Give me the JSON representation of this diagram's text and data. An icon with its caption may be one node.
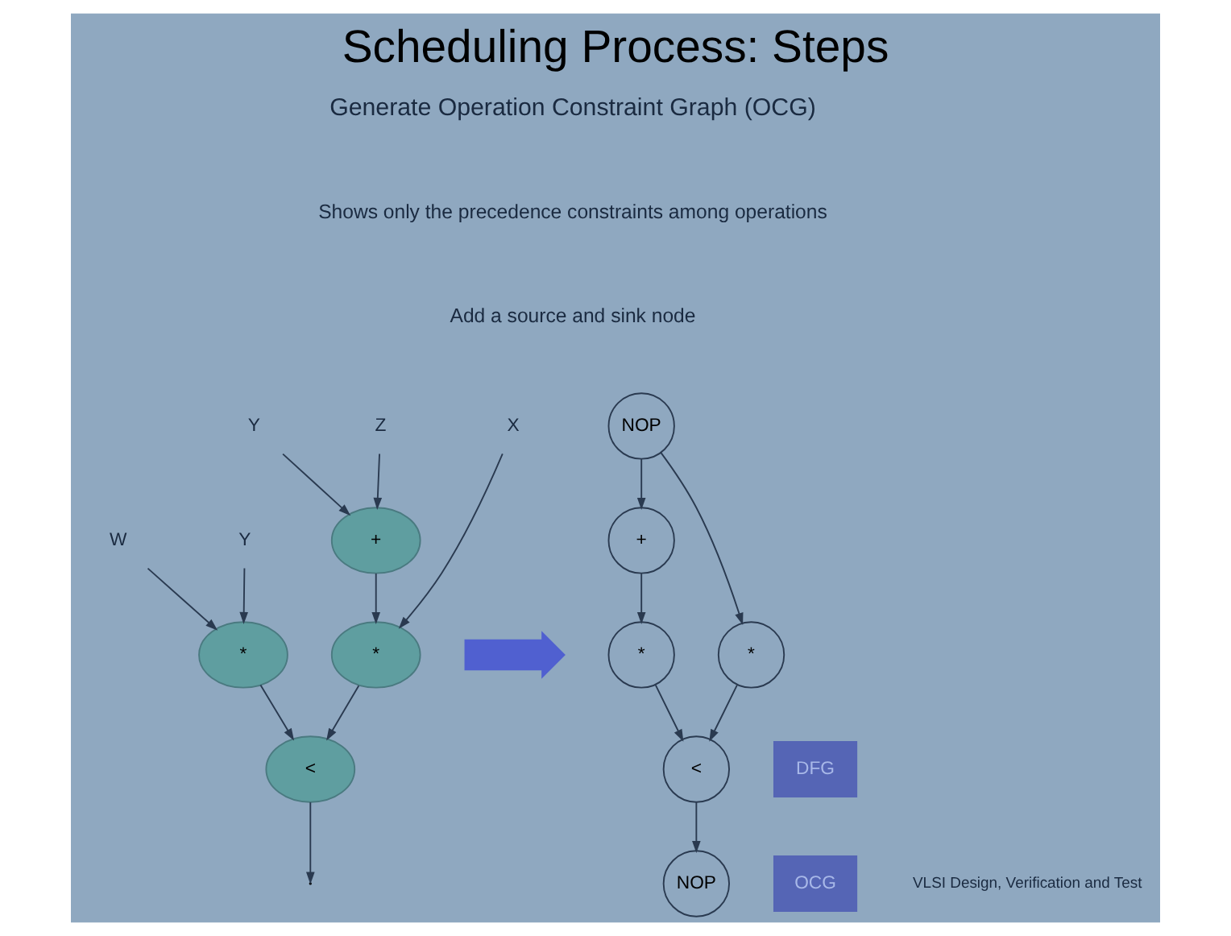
{
  "diagram": {
    "title": "Scheduling Process: Steps",
    "nodes": [
      {
        "text": [
          "X"
        ]
      },
      {
        "text": [
          "Y"
        ]
      },
      {
        "text": [
          "Z"
        ]
      },
      {
        "text": [
          "W"
        ]
      },
      {
        "text": [
          "Y"
        ]
      },
      {
        "text": [
          "+"
        ]
      },
      {
        "text": [
          "*"
        ]
      },
      {
        "text": [
          "*"
        ]
      },
      {
        "text": [
          "<"
        ]
      },
      {
        "text": [
          "DFG"
        ]
      },
      {
        "text": [],
        "shape": "arrow"
      },
      {
        "text": [
          "NOP"
        ]
      },
      {
        "text": [
          "+"
        ]
      },
      {
        "text": [
          "*"
        ]
      },
      {
        "text": [
          "*"
        ]
      },
      {
        "text": [
          "<"
        ]
      },
      {
        "text": [
          "NOP"
        ]
      },
      {
        "text": [
          "OCG"
        ]
      }
    ],
    "edges": [
      {
        "from": 0,
        "to": 7,
        "arrow": "to"
      },
      {
        "from": 1,
        "to": 5,
        "arrow": "to"
      },
      {
        "from": 2,
        "to": 5,
        "arrow": "to"
      },
      {
        "from": 3,
        "to": 6,
        "arrow": "to"
      },
      {
        "from": 4,
        "to": 6,
        "arrow": "to"
      },
      {
        "from": 5,
        "to": 7,
        "arrow": "to"
      },
      {
        "from": 7,
        "to": 8,
        "arrow": "to"
      },
      {
        "from": 6,
        "to": 8,
        "arrow": "to"
      },
      {
        "from": 8,
        "to": null,
        "arrow": "to"
      },
      {
        "from": 11,
        "to": 12,
        "arrow": "to"
      },
      {
        "from": 11,
        "to": 14,
        "arrow": "to"
      },
      {
        "from": 12,
        "to": 13,
        "arrow": "to"
      },
      {
        "from": 13,
        "to": 15,
        "arrow": "to"
      },
      {
        "from": 14,
        "to": 15,
        "arrow": "to"
      },
      {
        "from": 15,
        "to": 16,
        "arrow": "to"
      }
    ],
    "labels": [
      "Generate Operation Constraint Graph (OCG)",
      "Shows only the precedence constraints among operations",
      "Add a source and sink node",
      "VLSI Design, Verification and Test"
    ]
  }
}
